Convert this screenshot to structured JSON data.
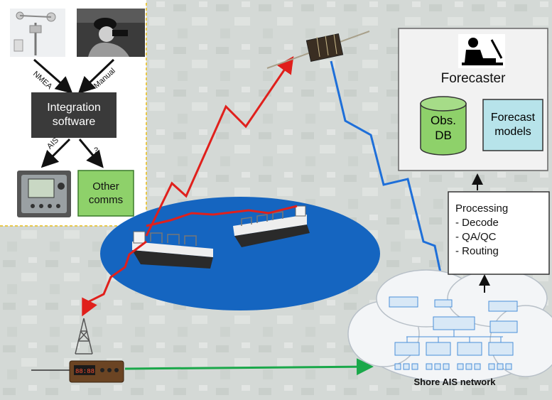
{
  "onboard": {
    "nmea_label": "NMEA",
    "manual_label": "Manual",
    "integration_software": "Integration software",
    "ais_label": "AIS",
    "question_label": "?",
    "other_comms": "Other comms"
  },
  "shore": {
    "forecaster_label": "Forecaster",
    "obs_db": "Obs. DB",
    "forecast_models": "Forecast models",
    "processing": {
      "title": "Processing",
      "items": [
        "- Decode",
        "- QA/QC",
        "- Routing"
      ]
    },
    "network_label": "Shore AIS network"
  },
  "colors": {
    "uplink": "#e0201c",
    "downlink": "#1e6fd9",
    "ground_link": "#1aa84a",
    "ocean": "#1565c0",
    "integration_box": "#3a3a3a",
    "other_comms_box": "#8ed16a",
    "forecast_box": "#b7e3ea",
    "panel_border": "#e8c84a"
  },
  "icons": [
    "weather-station-icon",
    "observer-binoculars-icon",
    "ais-transponder-icon",
    "satellite-icon",
    "cargo-ship-icon",
    "radio-tower-icon",
    "ais-base-station-icon",
    "forecaster-workstation-icon",
    "database-icon",
    "cloud-icon"
  ]
}
